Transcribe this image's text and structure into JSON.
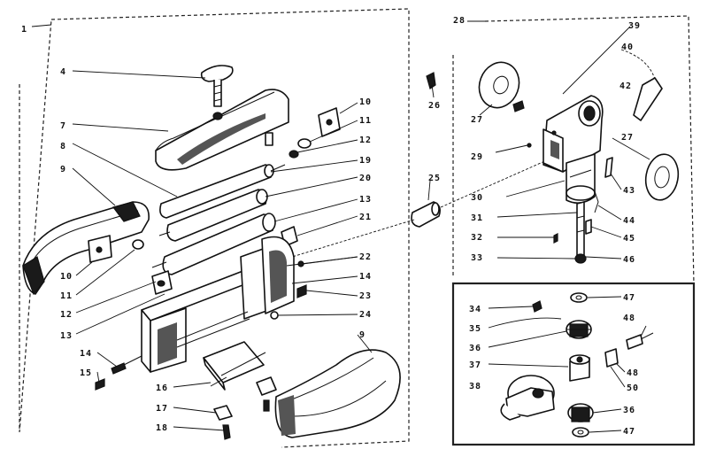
{
  "callouts": {
    "c1": "1",
    "c4": "4",
    "c7": "7",
    "c8": "8",
    "c9a": "9",
    "c9b": "9",
    "c10a": "10",
    "c10b": "10",
    "c11a": "11",
    "c11b": "11",
    "c12a": "12",
    "c12b": "12",
    "c13a": "13",
    "c13b": "13",
    "c14a": "14",
    "c14b": "14",
    "c15": "15",
    "c16": "16",
    "c17": "17",
    "c18": "18",
    "c19": "19",
    "c20": "20",
    "c21": "21",
    "c22": "22",
    "c23": "23",
    "c24": "24",
    "c25": "25",
    "c26": "26",
    "c27a": "27",
    "c27b": "27",
    "c28": "28",
    "c29": "29",
    "c30": "30",
    "c31": "31",
    "c32": "32",
    "c33": "33",
    "c34": "34",
    "c35": "35",
    "c36a": "36",
    "c36b": "36",
    "c37": "37",
    "c38": "38",
    "c39": "39",
    "c40": "40",
    "c42": "42",
    "c43": "43",
    "c44": "44",
    "c45": "45",
    "c46": "46",
    "c47a": "47",
    "c47b": "47",
    "c48a": "48",
    "c48b": "48",
    "c50": "50"
  }
}
